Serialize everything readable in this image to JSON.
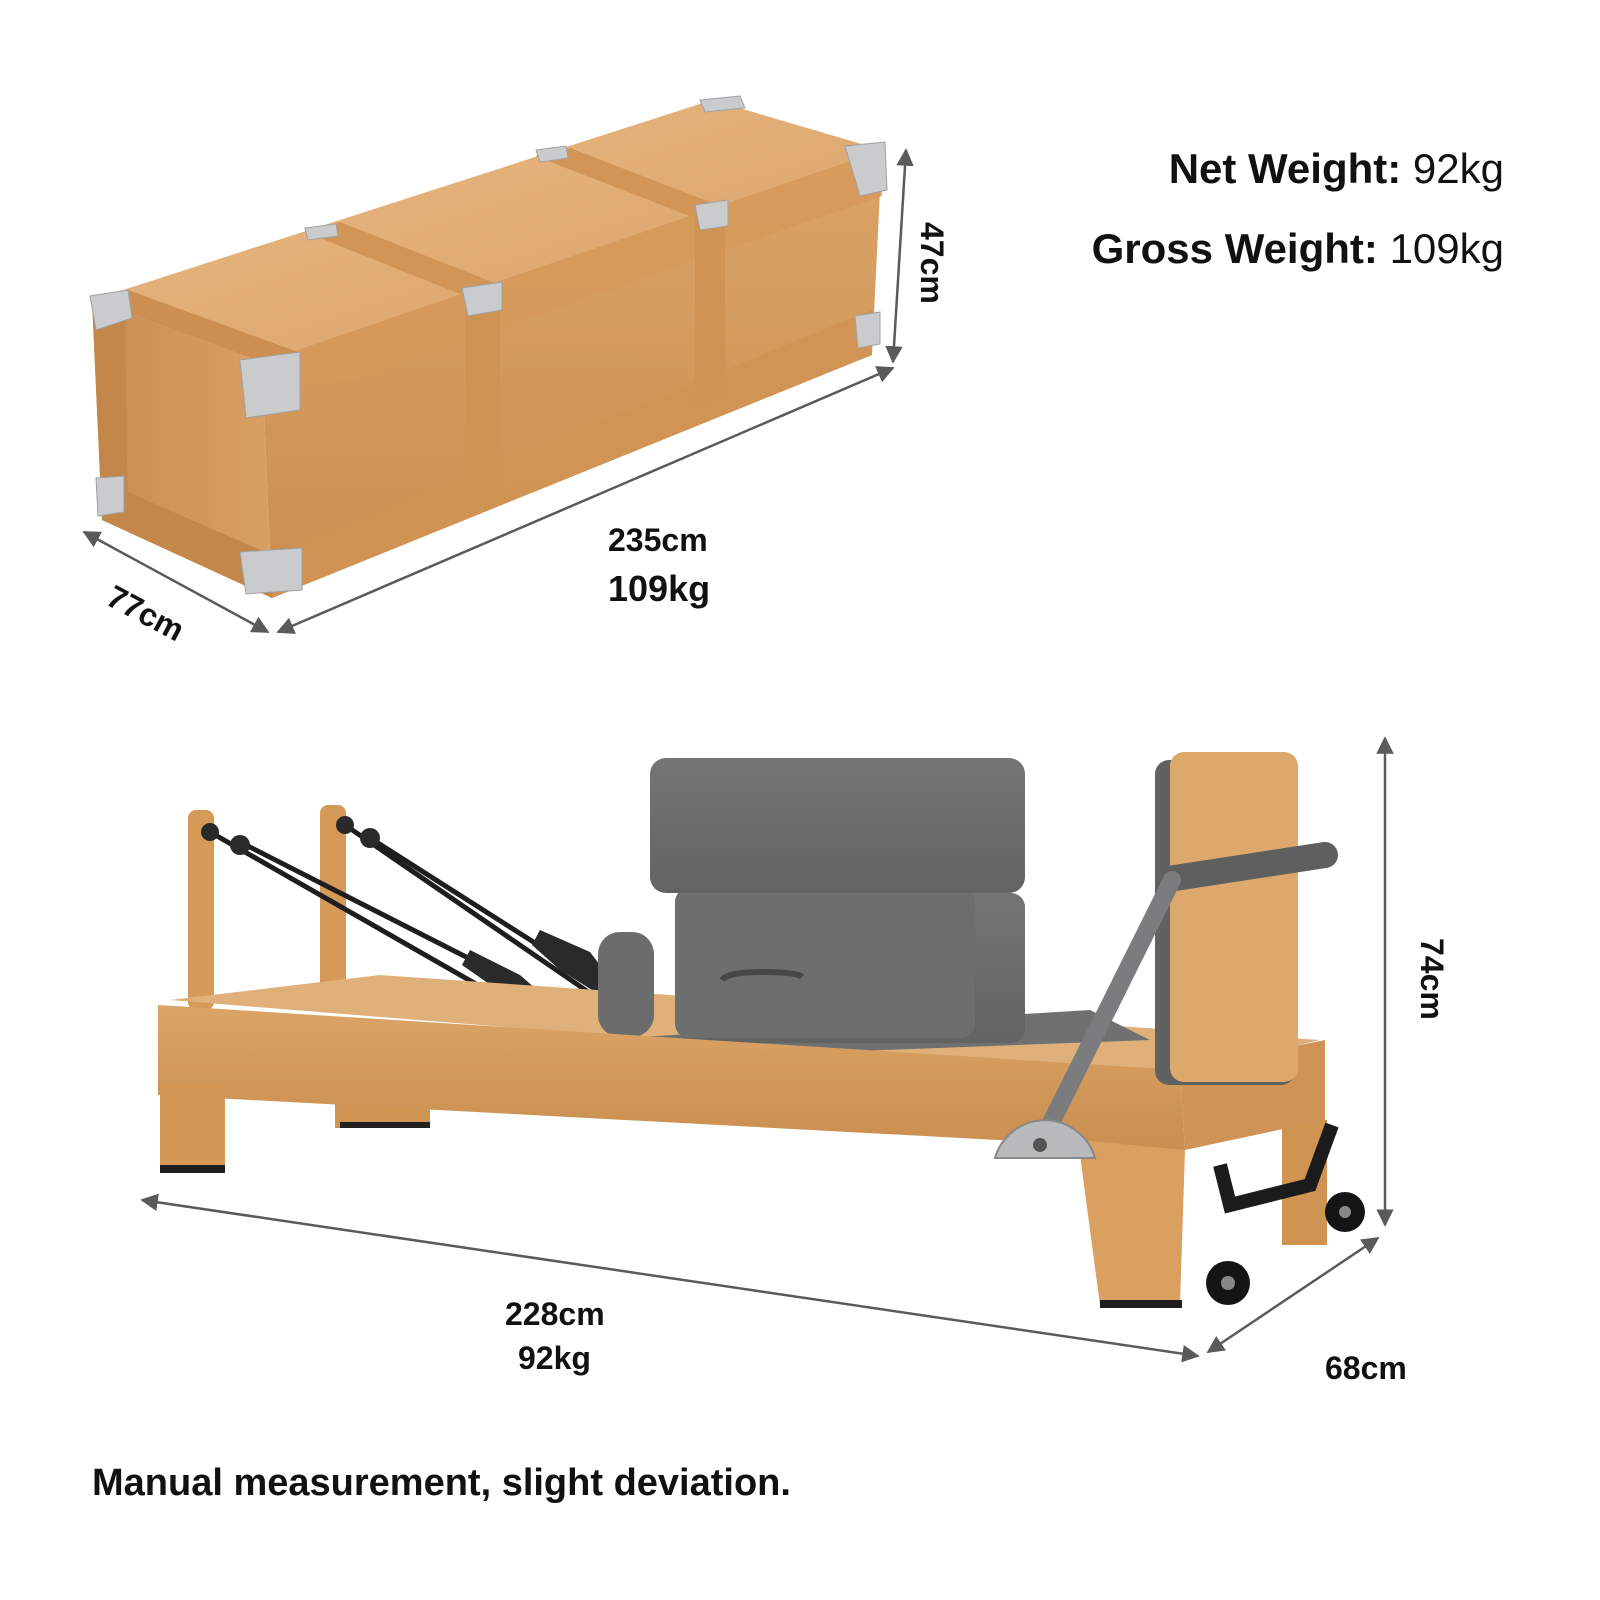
{
  "specs": {
    "net_weight": {
      "label": "Net Weight:",
      "value": "92kg"
    },
    "gross_weight": {
      "label": "Gross Weight:",
      "value": "109kg"
    }
  },
  "crate": {
    "length": "235cm",
    "weight": "109kg",
    "width": "77cm",
    "height": "47cm"
  },
  "reformer": {
    "length": "228cm",
    "weight": "92kg",
    "width": "68cm",
    "height": "74cm"
  },
  "footer": {
    "note": "Manual measurement, slight deviation."
  },
  "colors": {
    "wood_light": "#e3b27a",
    "wood_mid": "#d49a5c",
    "wood_dark": "#b97c40",
    "upholstery": "#6b6e6d",
    "upholstery_dark": "#555857",
    "metal": "#c9cbcc",
    "arrow": "#5a5a5a",
    "text": "#111111"
  }
}
